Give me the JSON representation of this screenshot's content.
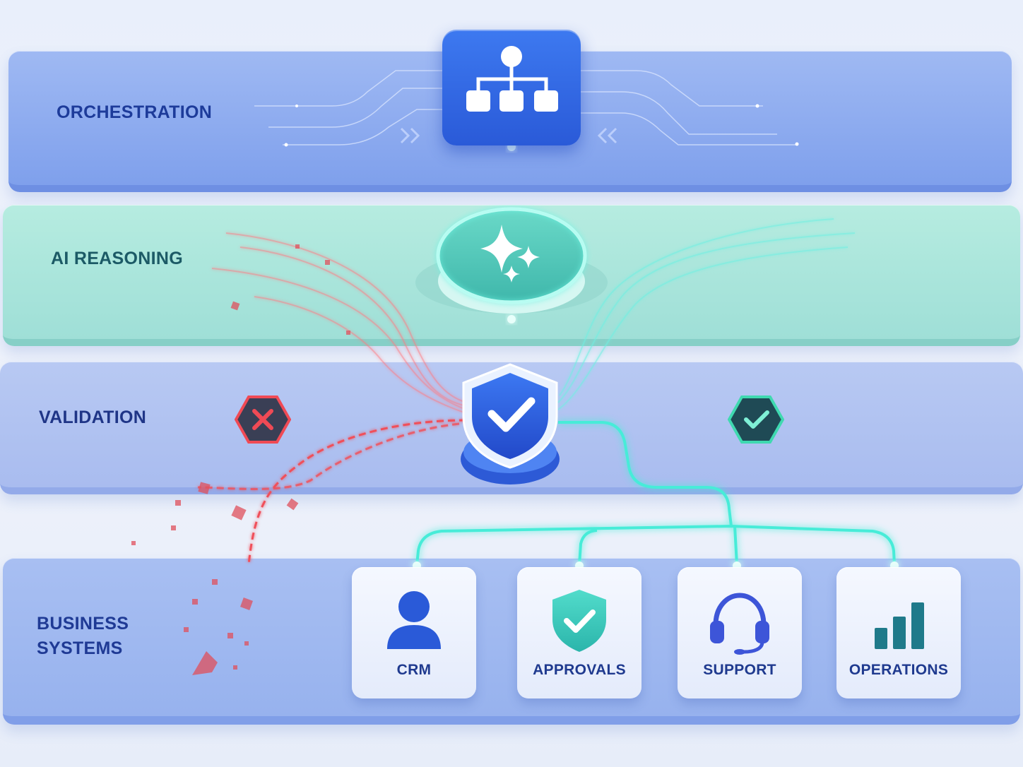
{
  "layers": {
    "orchestration": {
      "label": "ORCHESTRATION"
    },
    "ai_reasoning": {
      "label": "AI REASONING"
    },
    "validation": {
      "label": "VALIDATION"
    },
    "business_systems": {
      "label": "BUSINESS\nSYSTEMS"
    }
  },
  "nodes": {
    "orchestration": {
      "icon": "hierarchy-icon"
    },
    "ai_reasoning": {
      "icon": "sparkle-icon"
    },
    "validation": {
      "icon": "shield-check-icon"
    },
    "reject": {
      "icon": "x-hexagon-icon"
    },
    "approve": {
      "icon": "check-hexagon-icon"
    }
  },
  "systems": [
    {
      "label": "CRM",
      "icon": "user-icon"
    },
    {
      "label": "APPROVALS",
      "icon": "shield-check-icon"
    },
    {
      "label": "SUPPORT",
      "icon": "headset-icon"
    },
    {
      "label": "OPERATIONS",
      "icon": "bar-chart-icon"
    }
  ],
  "colors": {
    "primary_blue": "#2a5ad8",
    "teal_glow": "#3fe3d0",
    "reject_red": "#f0505a",
    "label_navy": "#1f3a95"
  }
}
